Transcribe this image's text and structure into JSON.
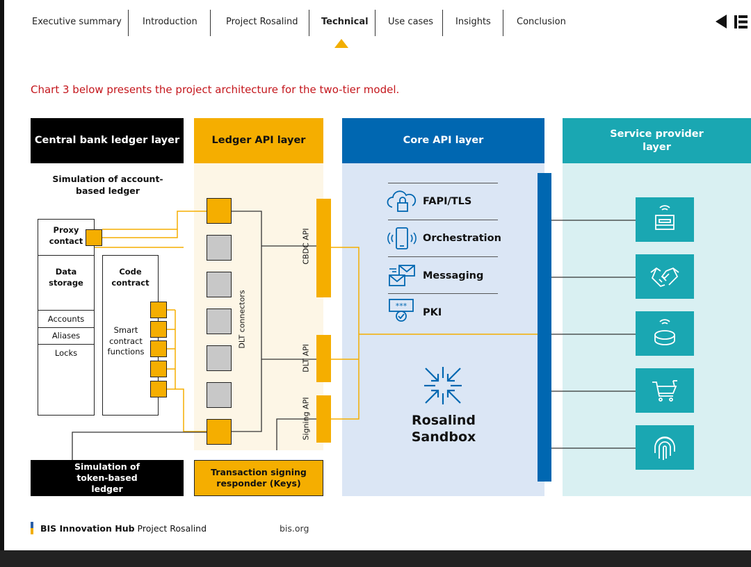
{
  "nav": {
    "items": [
      "Executive summary",
      "Introduction",
      "Project Rosalind",
      "Technical",
      "Use cases",
      "Insights",
      "Conclusion"
    ],
    "active": "Technical"
  },
  "intro_text": "Chart 3 below presents the project architecture for the two-tier model.",
  "layers": {
    "central": "Central bank ledger layer",
    "ledger_api": "Ledger API layer",
    "core_api": "Core API layer",
    "service": "Service provider layer"
  },
  "central": {
    "sim_account": "Simulation of account-based ledger",
    "proxy_contact": "Proxy contact",
    "data_storage": "Data storage",
    "code_contract": "Code contract",
    "rows": [
      "Accounts",
      "Aliases",
      "Locks"
    ],
    "smart_functions": "Smart contract functions",
    "sim_token": "Simulation of token-based ledger"
  },
  "ledger_api": {
    "dlt_connectors": "DLT connectors",
    "cbdc_api": "CBDC API",
    "dlt_api": "DLT API",
    "signing_api": "Signing API",
    "signing_responder": "Transaction signing responder (Keys)"
  },
  "core_api": {
    "items": [
      "FAPI/TLS",
      "Orchestration",
      "Messaging",
      "PKI"
    ],
    "icons": [
      "cloud-lock-icon",
      "phone-signal-icon",
      "envelopes-icon",
      "certificate-icon"
    ],
    "sandbox": "Rosalind Sandbox"
  },
  "service": {
    "icons": [
      "card-terminal-icon",
      "handshake-icon",
      "contactless-token-icon",
      "shopping-cart-icon",
      "fingerprint-icon"
    ]
  },
  "footer": {
    "hub": "BIS Innovation Hub",
    "project": "Project Rosalind",
    "url": "bis.org"
  },
  "colors": {
    "black": "#000000",
    "yellow": "#f5ae00",
    "blue": "#0067b1",
    "teal": "#1aa7b2",
    "light_yellow": "#fdf6e6",
    "light_blue": "#dbe6f5",
    "light_teal": "#d9f0f2",
    "accent_red": "#c4161c"
  }
}
